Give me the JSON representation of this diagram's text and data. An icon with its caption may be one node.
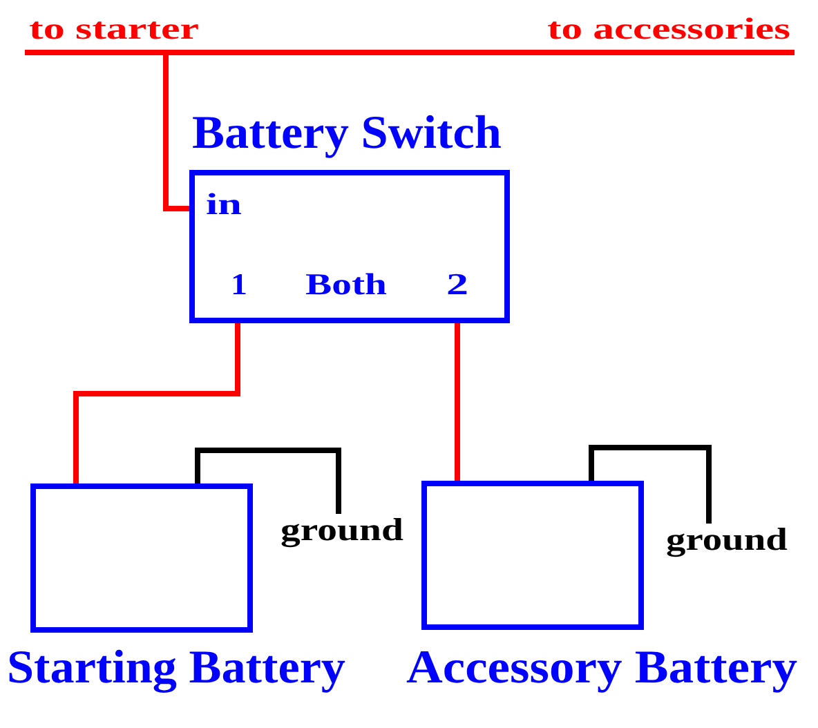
{
  "diagram": {
    "nodes": [
      {
        "text": [
          "to starter"
        ]
      },
      {
        "text": [
          "to accessories"
        ]
      },
      {
        "text": [
          "Battery Switch",
          "in",
          "1",
          "Both",
          "2"
        ]
      },
      {
        "text": [
          "Starting Battery"
        ]
      },
      {
        "text": [
          "ground"
        ]
      },
      {
        "text": [
          "Accessory Battery"
        ]
      },
      {
        "text": [
          "ground"
        ]
      }
    ],
    "edges": [
      {
        "from": 2,
        "to": 0,
        "arrow": "none"
      },
      {
        "from": 2,
        "to": 1,
        "arrow": "none"
      },
      {
        "from": 2,
        "to": 3,
        "arrow": "none"
      },
      {
        "from": 2,
        "to": 5,
        "arrow": "none"
      },
      {
        "from": 3,
        "to": 4,
        "arrow": "none",
        "color": "#000000"
      },
      {
        "from": 5,
        "to": 6,
        "arrow": "none",
        "color": "#000000"
      }
    ]
  }
}
